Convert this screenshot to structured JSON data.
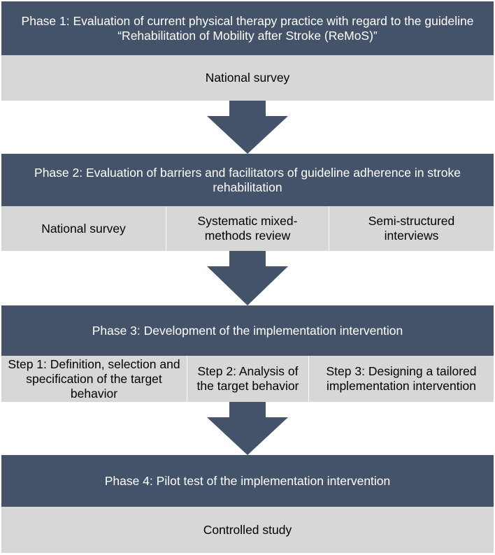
{
  "colors": {
    "header": "#44536a",
    "sub": "#d7d7d7",
    "arrow": "#44536a"
  },
  "phase1": {
    "title": "Phase 1: Evaluation of current physical therapy practice with regard to the guideline “Rehabilitation of Mobility after Stroke (ReMoS)”",
    "methods": [
      "National survey"
    ]
  },
  "phase2": {
    "title": "Phase 2: Evaluation of barriers and facilitators of guideline adherence in stroke rehabilitation",
    "methods": [
      "National survey",
      "Systematic mixed-methods review",
      "Semi-structured interviews"
    ]
  },
  "phase3": {
    "title": "Phase 3: Development of the implementation intervention",
    "steps": [
      "Step 1: Definition, selection and specification of the target behavior",
      "Step 2: Analysis of the target behavior",
      "Step 3: Designing a tailored implementation intervention"
    ]
  },
  "phase4": {
    "title": "Phase 4: Pilot test of the implementation intervention",
    "methods": [
      "Controlled study"
    ]
  }
}
